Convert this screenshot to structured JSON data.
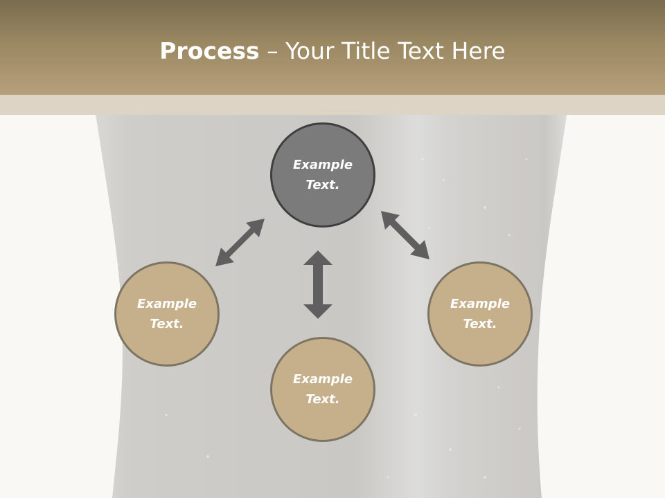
{
  "slide": {
    "title_bold": "Process",
    "title_rest": " – Your Title Text Here"
  },
  "diagram": {
    "nodes": [
      {
        "id": "top",
        "text": "Example Text."
      },
      {
        "id": "left",
        "text": "Example Text."
      },
      {
        "id": "right",
        "text": "Example Text."
      },
      {
        "id": "bottom",
        "text": "Example Text."
      }
    ]
  },
  "colors": {
    "header": "#9a8862",
    "node_primary": "#7b7b7b",
    "node_secondary": "#c6b08b",
    "arrow": "#5f5f5f"
  }
}
